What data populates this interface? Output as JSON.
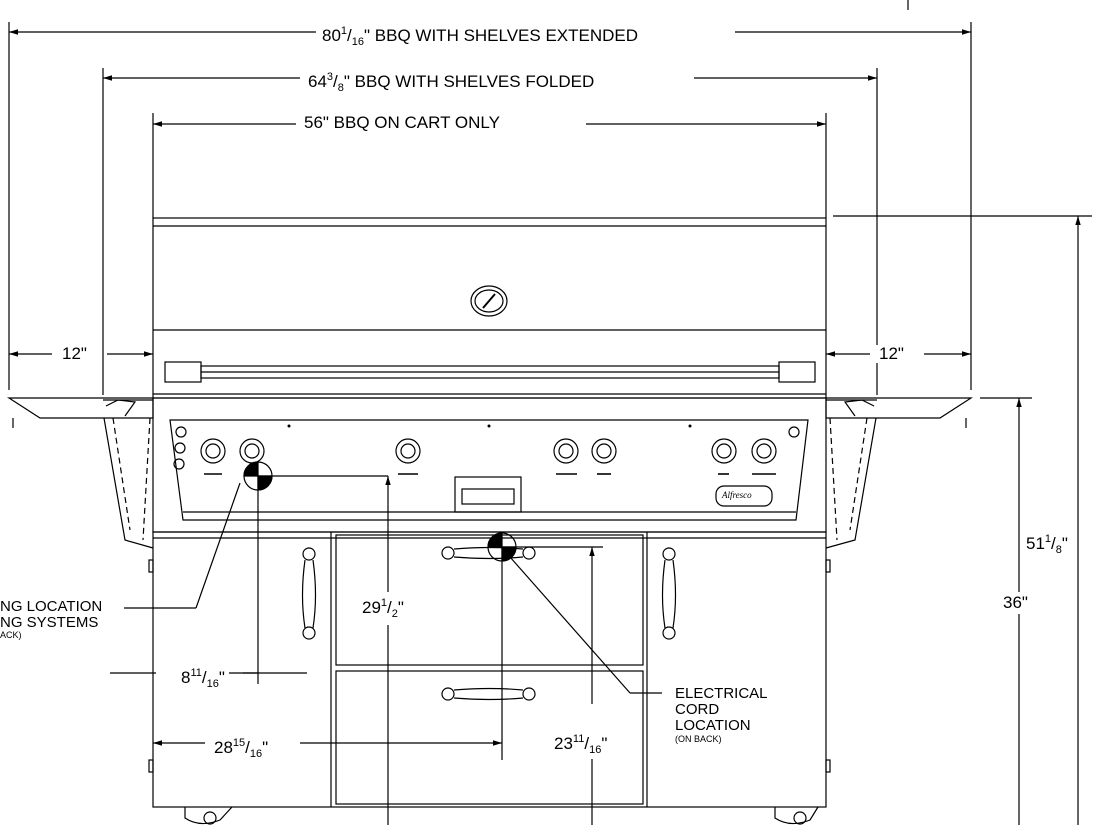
{
  "dimensions": {
    "shelves_extended": {
      "whole": "80",
      "num": "1",
      "den": "16",
      "suffix": "\" BBQ WITH SHELVES EXTENDED"
    },
    "shelves_folded": {
      "whole": "64",
      "num": "3",
      "den": "8",
      "suffix": "\" BBQ WITH SHELVES FOLDED"
    },
    "cart_only": "56\" BBQ ON CART ONLY",
    "left_shelf": "12\"",
    "right_shelf": "12\"",
    "total_height": {
      "whole": "51",
      "num": "1",
      "den": "8",
      "suffix": ""
    },
    "counter_height": "36\"",
    "gas_height": {
      "whole": "29",
      "num": "1",
      "den": "2",
      "suffix": "\""
    },
    "gas_offset": {
      "whole": "8",
      "num": "11",
      "den": "16",
      "suffix": "\""
    },
    "cord_offset": {
      "whole": "28",
      "num": "15",
      "den": "16",
      "suffix": "\""
    },
    "cord_height": {
      "whole": "23",
      "num": "11",
      "den": "16",
      "suffix": "\""
    }
  },
  "callouts": {
    "gas_line1": "NG LOCATION",
    "gas_line2": "NG SYSTEMS",
    "gas_line3": "ACK)",
    "electrical_line1": "ELECTRICAL",
    "electrical_line2": "CORD",
    "electrical_line3": "LOCATION",
    "electrical_note": "(ON BACK)"
  },
  "brand": "Alfresco"
}
